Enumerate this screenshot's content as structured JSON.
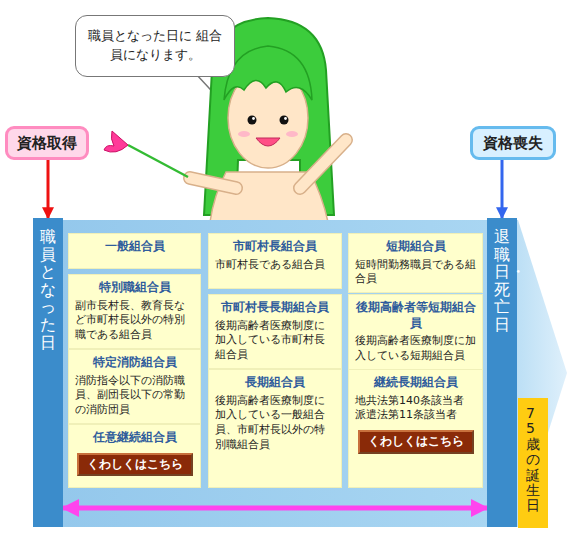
{
  "diagram": {
    "nodes": [
      {
        "text": [
          "職員となった日に 組合員になります。"
        ]
      },
      {
        "text": [
          "資格取得"
        ]
      },
      {
        "text": [
          "資格喪失"
        ]
      },
      {
        "text": [
          "職員となった日"
        ]
      },
      {
        "text": [
          "一般組合員"
        ]
      },
      {
        "text": [
          "特別職組合員",
          "副市長村長、教育長など市町村長以外の特別職である組合員"
        ]
      },
      {
        "text": [
          "特定消防組合員",
          "消防指令以下の消防職員、副団長以下の常勤の消防団員"
        ]
      },
      {
        "text": [
          "任意継続組合員"
        ]
      },
      {
        "text": [
          "くわしくはこちら"
        ],
        "in": 7
      },
      {
        "text": [
          "市町村長組合員",
          "市町村長である組合員"
        ]
      },
      {
        "text": [
          "市町村長長期組合員",
          "後期高齢者医療制度に加入している市町村長組合員"
        ]
      },
      {
        "text": [
          "長期組合員",
          "後期高齢者医療制度に加入している一般組合員、市町村長以外の特別職組合員"
        ]
      },
      {
        "text": [
          "短期組合員",
          "短時間勤務職員である組合員"
        ]
      },
      {
        "text": [
          "後期高齢者等短期組合員",
          "後期高齢者医療制度に加入している短期組合員"
        ]
      },
      {
        "text": [
          "継続長期組合員",
          "地共法第140条該当者 派遣法第11条該当者"
        ]
      },
      {
        "text": [
          "くわしくはこちら"
        ],
        "in": 14
      },
      {
        "text": [
          "退職日・死亡日"
        ]
      },
      {
        "text": [
          "75歳の誕生日"
        ]
      }
    ],
    "edges": [
      {
        "from": 1,
        "to": 3,
        "arrow": "to"
      },
      {
        "from": 2,
        "to": 16,
        "arrow": "to"
      },
      {
        "from": 3,
        "to": 16,
        "arrow": "both"
      }
    ]
  }
}
